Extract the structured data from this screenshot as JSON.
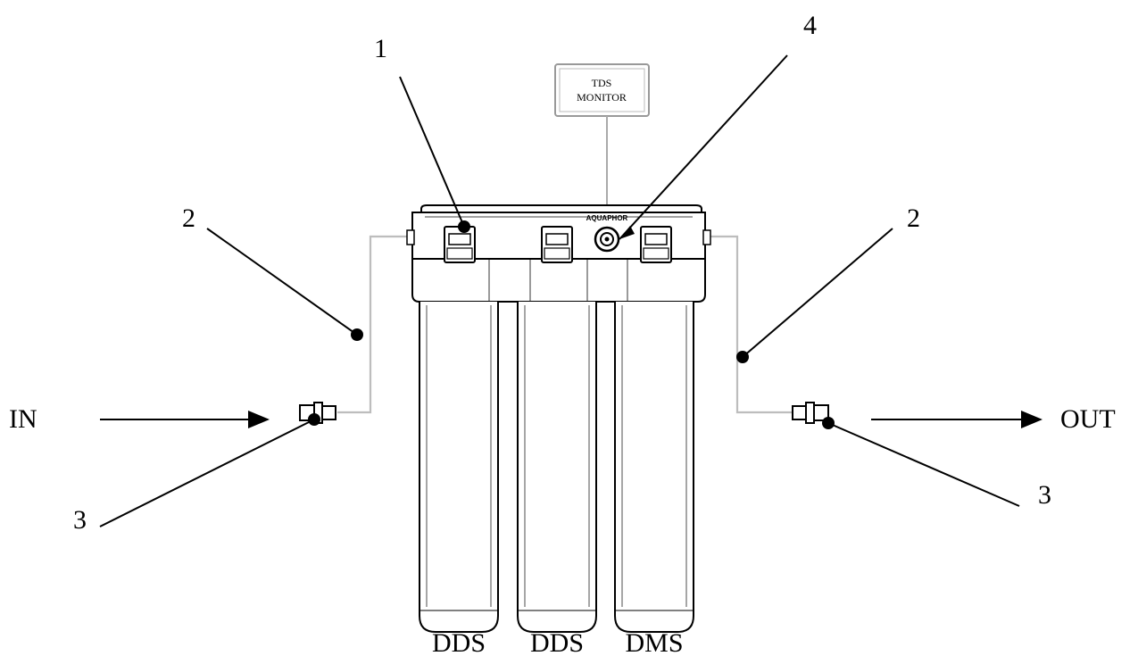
{
  "labels": {
    "inlet": "IN",
    "outlet": "OUT",
    "monitor_line1": "TDS",
    "monitor_line2": "MONITOR",
    "callout_1": "1",
    "callout_2_left": "2",
    "callout_2_right": "2",
    "callout_3_left": "3",
    "callout_3_right": "3",
    "callout_4": "4",
    "brand": "AQUAPHOR"
  },
  "cartridges": [
    "DDS",
    "DDS",
    "DMS"
  ]
}
